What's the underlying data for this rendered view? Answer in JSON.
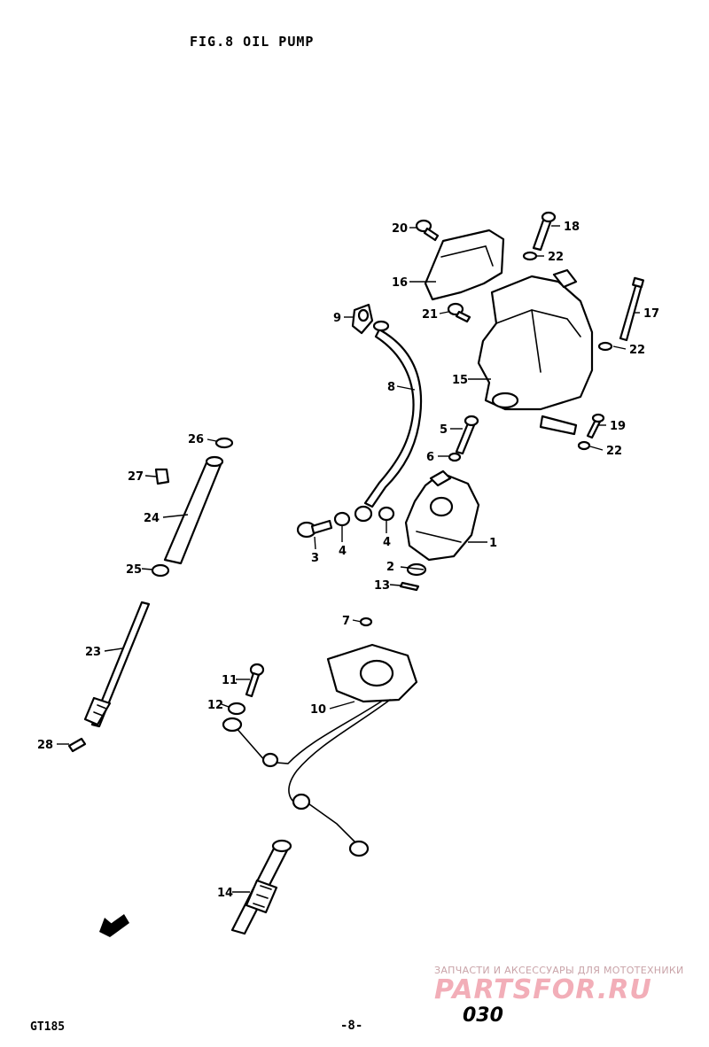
{
  "title": "FIG.8  OIL PUMP",
  "labels": {
    "p1": "1",
    "p2": "2",
    "p3": "3",
    "p4a": "4",
    "p4b": "4",
    "p5": "5",
    "p6": "6",
    "p7": "7",
    "p8": "8",
    "p9": "9",
    "p10": "10",
    "p11": "11",
    "p12": "12",
    "p13": "13",
    "p14": "14",
    "p15": "15",
    "p16": "16",
    "p17": "17",
    "p18": "18",
    "p19": "19",
    "p20": "20",
    "p21": "21",
    "p22a": "22",
    "p22b": "22",
    "p22c": "22",
    "p23": "23",
    "p24": "24",
    "p25": "25",
    "p26": "26",
    "p27": "27",
    "p28": "28"
  },
  "footer": {
    "model": "GT185",
    "page": "-8-",
    "code": "030"
  },
  "watermark": {
    "tagline": "ЗАПЧАСТИ И АКСЕССУАРЫ ДЛЯ МОТОТЕХНИКИ",
    "logo": "PARTSFOR.RU"
  }
}
